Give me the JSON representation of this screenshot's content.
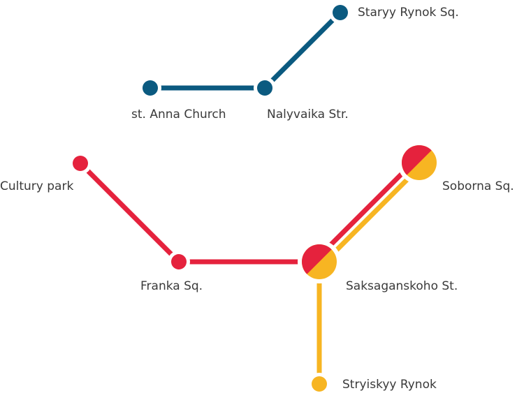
{
  "colors": {
    "blue": "#0b5a80",
    "red": "#e5223d",
    "yellow": "#f7b522",
    "text": "#3a3a3a"
  },
  "stations": {
    "staryy_rynok": "Staryy Rynok Sq.",
    "st_anna": "st. Anna Church",
    "nalyvaika": "Nalyvaika Str.",
    "cultury_park": "Cultury park",
    "franka": "Franka Sq.",
    "saksaganskoho": "Saksaganskoho St.",
    "soborna": "Soborna Sq.",
    "stryiskyy": "Stryiskyy Rynok"
  }
}
